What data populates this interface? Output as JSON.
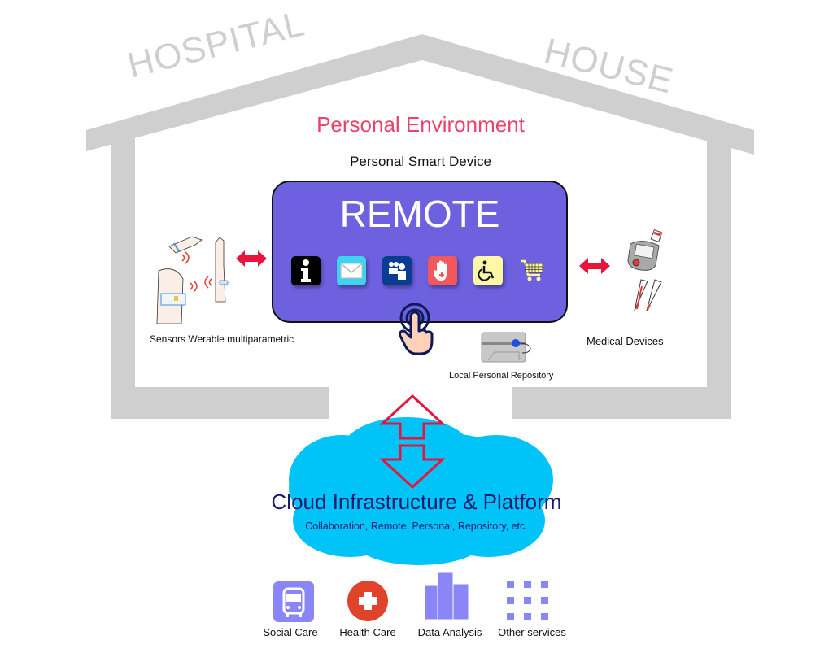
{
  "roof_labels": {
    "left": "HOSPITAL",
    "right": "HOUSE"
  },
  "environment": {
    "title": "Personal Environment",
    "device_label": "Personal Smart Device"
  },
  "remote": {
    "title": "REMOTE",
    "apps": [
      {
        "name": "info",
        "icon": "info-icon"
      },
      {
        "name": "mail",
        "icon": "mail-icon"
      },
      {
        "name": "community",
        "icon": "people-icon"
      },
      {
        "name": "health",
        "icon": "medical-hand-icon"
      },
      {
        "name": "accessibility",
        "icon": "wheelchair-icon"
      },
      {
        "name": "shopping",
        "icon": "shopping-cart-icon"
      }
    ]
  },
  "sensors": {
    "label": "Sensors Werable multiparametric"
  },
  "medical": {
    "label": "Medical Devices"
  },
  "repository": {
    "label": "Local Personal Repository"
  },
  "cloud": {
    "title": "Cloud Infrastructure & Platform",
    "subtitle": "Collaboration, Remote, Personal, Repository, etc."
  },
  "services": [
    {
      "label": "Social Care",
      "icon": "bus-icon"
    },
    {
      "label": "Health Care",
      "icon": "health-cross-icon"
    },
    {
      "label": "Data Analysis",
      "icon": "bar-chart-icon"
    },
    {
      "label": "Other services",
      "icon": "grid-dots-icon"
    }
  ],
  "colors": {
    "house_gray": "#cfcfcf",
    "environment_title": "#e8436e",
    "remote_bg": "#6d61e0",
    "cloud": "#00c3f8",
    "cloud_text": "#1a1a6e",
    "arrow_red": "#e8143c",
    "service_purple": "#8a86f7",
    "health_red": "#e0432a"
  }
}
